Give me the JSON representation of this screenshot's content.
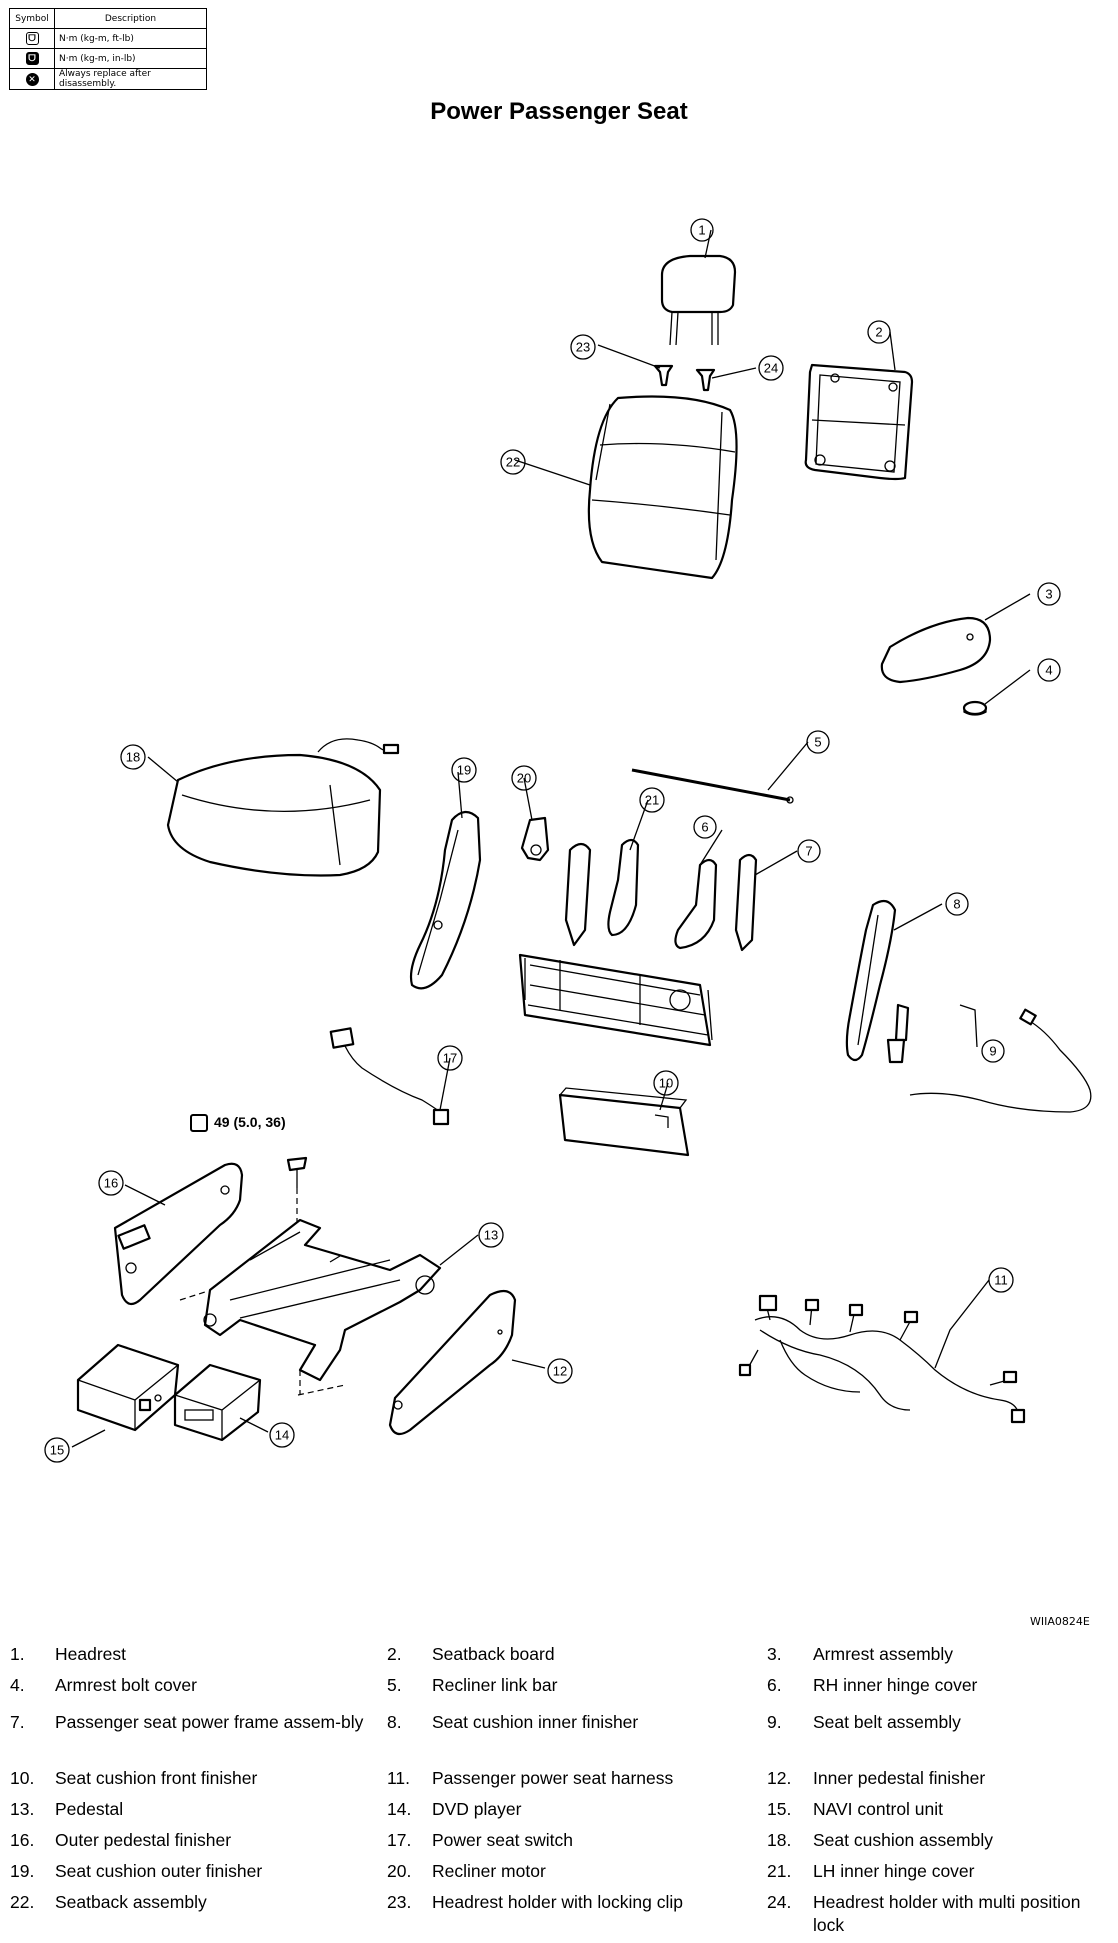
{
  "symbol_table": {
    "headers": [
      "Symbol",
      "Description"
    ],
    "rows": [
      {
        "icon": "torque-nm-icon",
        "description": "N·m (kg-m, ft-lb)"
      },
      {
        "icon": "torque-nm-inlb-icon",
        "description": "N·m (kg-m, in-lb)"
      },
      {
        "icon": "always-replace-icon",
        "description": "Always replace after disassembly."
      }
    ]
  },
  "title": "Power Passenger Seat",
  "torque_spec": "49 (5.0, 36)",
  "figure_code": "WIIA0824E",
  "callouts": [
    "1",
    "2",
    "3",
    "4",
    "5",
    "6",
    "7",
    "8",
    "9",
    "10",
    "11",
    "12",
    "13",
    "14",
    "15",
    "16",
    "17",
    "18",
    "19",
    "20",
    "21",
    "22",
    "23",
    "24"
  ],
  "legend": [
    {
      "num": "1.",
      "text": "Headrest"
    },
    {
      "num": "2.",
      "text": "Seatback board"
    },
    {
      "num": "3.",
      "text": "Armrest assembly"
    },
    {
      "num": "4.",
      "text": "Armrest bolt cover"
    },
    {
      "num": "5.",
      "text": "Recliner link bar"
    },
    {
      "num": "6.",
      "text": "RH inner hinge cover"
    },
    {
      "num": "7.",
      "text": "Passenger seat power frame assem-bly"
    },
    {
      "num": "8.",
      "text": "Seat cushion inner finisher"
    },
    {
      "num": "9.",
      "text": "Seat belt assembly"
    },
    {
      "num": "10.",
      "text": "Seat cushion front finisher"
    },
    {
      "num": "11.",
      "text": "Passenger power seat harness"
    },
    {
      "num": "12.",
      "text": "Inner pedestal finisher"
    },
    {
      "num": "13.",
      "text": "Pedestal"
    },
    {
      "num": "14.",
      "text": "DVD player"
    },
    {
      "num": "15.",
      "text": "NAVI control unit"
    },
    {
      "num": "16.",
      "text": "Outer pedestal finisher"
    },
    {
      "num": "17.",
      "text": "Power seat switch"
    },
    {
      "num": "18.",
      "text": "Seat cushion assembly"
    },
    {
      "num": "19.",
      "text": "Seat cushion outer finisher"
    },
    {
      "num": "20.",
      "text": "Recliner motor"
    },
    {
      "num": "21.",
      "text": "LH inner hinge cover"
    },
    {
      "num": "22.",
      "text": "Seatback assembly"
    },
    {
      "num": "23.",
      "text": "Headrest holder with locking clip"
    },
    {
      "num": "24.",
      "text": "Headrest holder with multi position lock"
    }
  ]
}
